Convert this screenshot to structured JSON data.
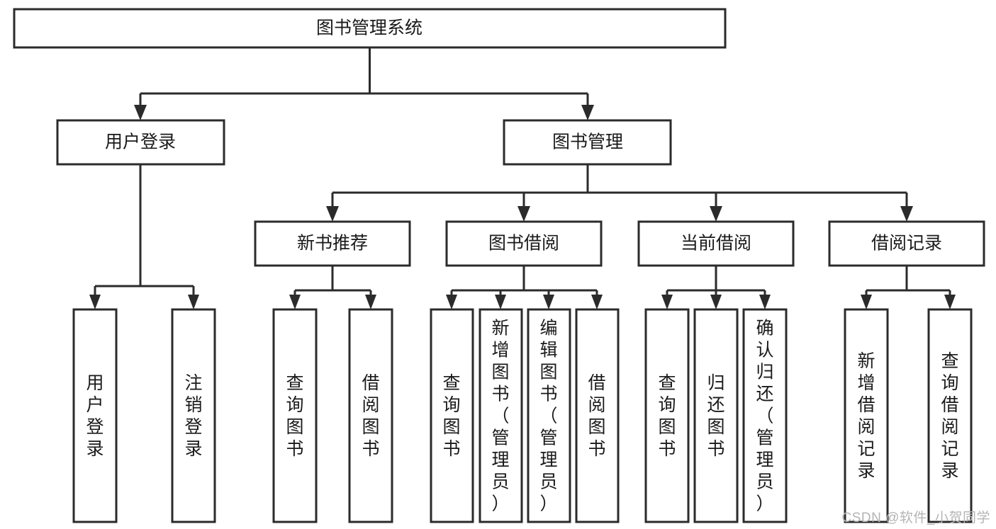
{
  "diagram": {
    "type": "hierarchy-tree",
    "title": "图书管理系统",
    "watermark": "CSDN @软件_小贺同学",
    "colors": {
      "stroke": "#2b2b2b",
      "fill": "#ffffff",
      "text": "#1a1a1a",
      "watermark": "#b4b4b4"
    },
    "levels": [
      {
        "level": 0,
        "nodes": [
          {
            "id": "root",
            "label": "图书管理系统",
            "orientation": "horizontal"
          }
        ]
      },
      {
        "level": 1,
        "nodes": [
          {
            "id": "login",
            "label": "用户登录",
            "orientation": "horizontal",
            "parent": "root"
          },
          {
            "id": "bookmgmt",
            "label": "图书管理",
            "orientation": "horizontal",
            "parent": "root"
          }
        ]
      },
      {
        "level": 2,
        "nodes": [
          {
            "id": "newbook",
            "label": "新书推荐",
            "orientation": "horizontal",
            "parent": "bookmgmt"
          },
          {
            "id": "borrow",
            "label": "图书借阅",
            "orientation": "horizontal",
            "parent": "bookmgmt"
          },
          {
            "id": "current",
            "label": "当前借阅",
            "orientation": "horizontal",
            "parent": "bookmgmt"
          },
          {
            "id": "records",
            "label": "借阅记录",
            "orientation": "horizontal",
            "parent": "bookmgmt"
          }
        ]
      },
      {
        "level": 3,
        "nodes": [
          {
            "id": "leaf1",
            "label": "用户登录",
            "orientation": "vertical",
            "parent": "login"
          },
          {
            "id": "leaf2",
            "label": "注销登录",
            "orientation": "vertical",
            "parent": "login"
          },
          {
            "id": "leaf3",
            "label": "查询图书",
            "orientation": "vertical",
            "parent": "newbook"
          },
          {
            "id": "leaf4",
            "label": "借阅图书",
            "orientation": "vertical",
            "parent": "newbook"
          },
          {
            "id": "leaf5",
            "label": "查询图书",
            "orientation": "vertical",
            "parent": "borrow"
          },
          {
            "id": "leaf6",
            "label": "新增图书（管理员）",
            "orientation": "vertical",
            "parent": "borrow"
          },
          {
            "id": "leaf7",
            "label": "编辑图书（管理员）",
            "orientation": "vertical",
            "parent": "borrow"
          },
          {
            "id": "leaf8",
            "label": "借阅图书",
            "orientation": "vertical",
            "parent": "borrow"
          },
          {
            "id": "leaf9",
            "label": "查询图书",
            "orientation": "vertical",
            "parent": "current"
          },
          {
            "id": "leaf10",
            "label": "归还图书",
            "orientation": "vertical",
            "parent": "current"
          },
          {
            "id": "leaf11",
            "label": "确认归还（管理员）",
            "orientation": "vertical",
            "parent": "current"
          },
          {
            "id": "leaf12",
            "label": "新增借阅记录",
            "orientation": "vertical",
            "parent": "records"
          },
          {
            "id": "leaf13",
            "label": "查询借阅记录",
            "orientation": "vertical",
            "parent": "records"
          }
        ]
      }
    ]
  }
}
